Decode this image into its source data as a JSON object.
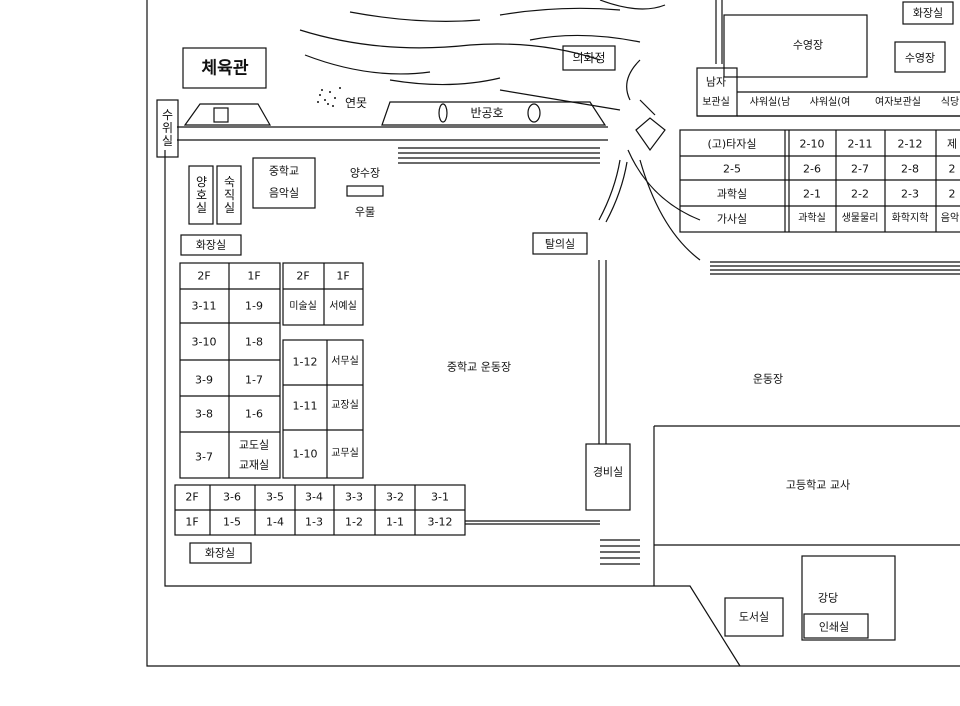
{
  "map": {
    "gym": "체육관",
    "guard_post": "수위실",
    "pond": "연못",
    "banyan_pond": "반공호",
    "reflection_pavilion": "의화정",
    "ms_music_room": [
      "중학교",
      "음악실"
    ],
    "water_tower": "양수장",
    "well": "우물",
    "nurse_room": "양호실",
    "night_duty_room": "숙직실",
    "restroom_top": "화장실",
    "tal_room": "탈의실",
    "ms_playground": "중학교  운동장",
    "playground": "운동장",
    "security_room": "경비실",
    "hs_building": "고등학교 교사",
    "library": "도서실",
    "auditorium": "강당",
    "print_room": "인쇄실",
    "restroom_bottom": "화장실",
    "pool_restroom": "화장실",
    "swimming_pool_main": "수영장",
    "swimming_pool_small": "수영장",
    "male_locker": [
      "남자",
      "보관실"
    ],
    "shower_male": "샤워실(남",
    "shower_female": "샤워실(여",
    "female_locker": "여자보관실",
    "cafeteria": "식당",
    "left_block": {
      "header": [
        "2F",
        "1F"
      ],
      "rows": [
        [
          "3-11",
          "1-9"
        ],
        [
          "3-10",
          "1-8"
        ],
        [
          "3-9",
          "1-7"
        ],
        [
          "3-8",
          "1-6"
        ],
        [
          "3-7",
          "교도실",
          "교재실"
        ]
      ]
    },
    "mid_block": {
      "header": [
        "2F",
        "1F"
      ],
      "top": [
        "미술실",
        "서예실"
      ],
      "rows": [
        [
          "1-12",
          "서무실"
        ],
        [
          "1-11",
          "교장실"
        ],
        [
          "1-10",
          "교무실"
        ]
      ]
    },
    "bottom_block": {
      "row_2f": [
        "2F",
        "3-6",
        "3-5",
        "3-4",
        "3-3",
        "3-2",
        "3-1"
      ],
      "row_1f": [
        "1F",
        "1-5",
        "1-4",
        "1-3",
        "1-2",
        "1-1",
        "3-12"
      ]
    },
    "right_block": {
      "rows": [
        [
          "(고)타자실",
          "2-10",
          "2-11",
          "2-12",
          "제"
        ],
        [
          "2-5",
          "2-6",
          "2-7",
          "2-8",
          "2"
        ],
        [
          "과학실",
          "2-1",
          "2-2",
          "2-3",
          "2"
        ],
        [
          "가사실",
          "과학실",
          "생물물리",
          "화학지학",
          "음악"
        ]
      ]
    }
  }
}
